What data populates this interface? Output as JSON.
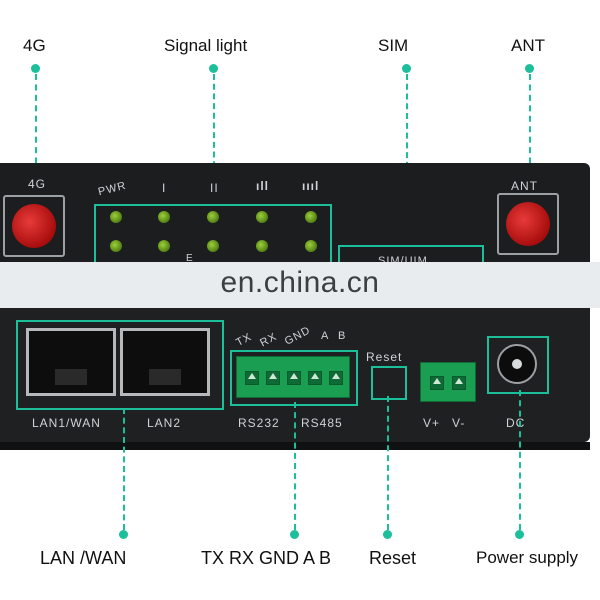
{
  "callouts": {
    "top": [
      "4G",
      "Signal light",
      "SIM",
      "ANT"
    ],
    "bottom": [
      "LAN /WAN",
      "TX RX GND A B",
      "Reset",
      "Power supply"
    ]
  },
  "panel": {
    "top_labels": {
      "fourg": "4G",
      "pwr": "PWR",
      "sig1": "I",
      "sig2": "II",
      "sig3": "ıll",
      "sig4": "ıııl",
      "sim": "SIM/UIM",
      "ant": "ANT",
      "partial": "E"
    },
    "bottom_labels": {
      "lan1": "LAN1/WAN",
      "lan2": "LAN2",
      "serial_pins": [
        "TX",
        "RX",
        "GND",
        "A",
        "B"
      ],
      "rs232": "RS232",
      "rs485": "RS485",
      "reset": "Reset",
      "vplus": "V+",
      "vminus": "V-",
      "dc": "DC"
    }
  },
  "watermark": "en.china.cn",
  "colors": {
    "accent": "#1bbf9a",
    "panel": "#1b1d1f",
    "antenna": "#d62020",
    "led": "#7fb52b",
    "terminal": "#1a9e52"
  },
  "icons": [
    "antenna-connector-icon",
    "led-icon",
    "ethernet-port-icon",
    "terminal-block-icon",
    "reset-button-icon",
    "dc-jack-icon"
  ]
}
